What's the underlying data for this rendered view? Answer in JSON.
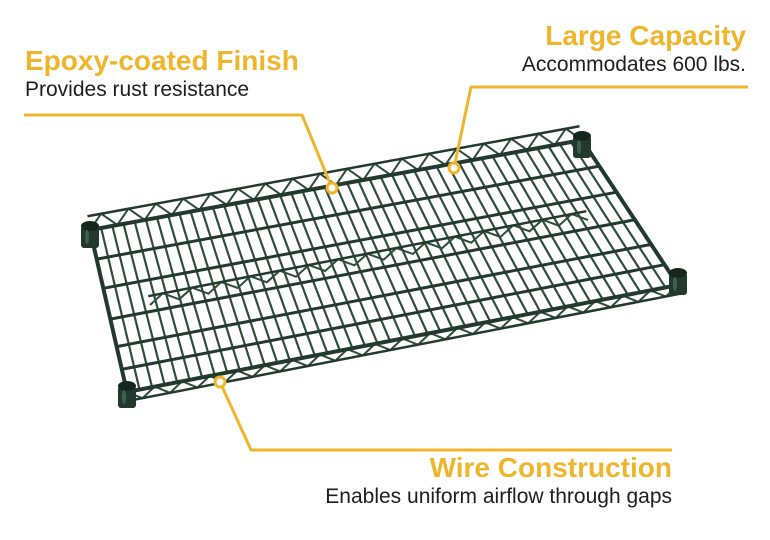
{
  "colors": {
    "accent": "#efb62c",
    "wire": "#2f4d3b",
    "wire_dark": "#223a2d",
    "text": "#1e1e1e"
  },
  "callouts": {
    "epoxy": {
      "title": "Epoxy-coated Finish",
      "subtitle": "Provides rust resistance"
    },
    "capacity": {
      "title": "Large Capacity",
      "subtitle": "Accommodates 600 lbs."
    },
    "wire": {
      "title": "Wire Construction",
      "subtitle": "Enables uniform airflow through gaps"
    }
  }
}
